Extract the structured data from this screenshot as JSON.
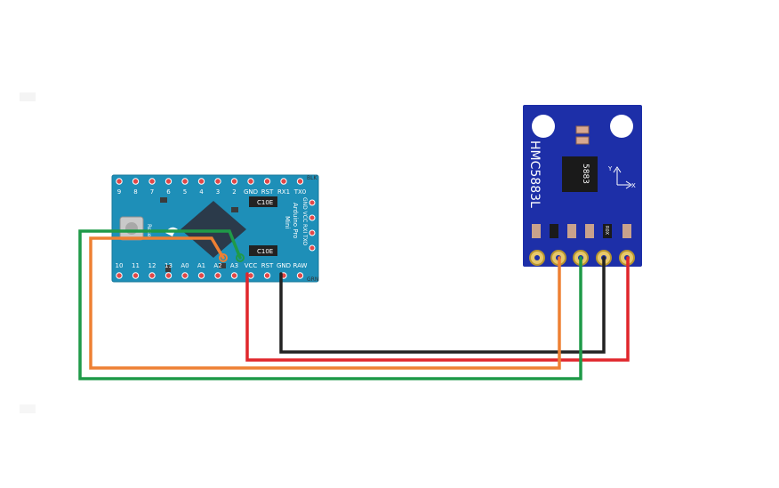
{
  "arduino": {
    "top_pins": [
      "9",
      "8",
      "7",
      "6",
      "5",
      "4",
      "3",
      "2",
      "GND",
      "RST",
      "RX1",
      "TX0"
    ],
    "bottom_pins": [
      "10",
      "11",
      "12",
      "13",
      "A0",
      "A1",
      "A2",
      "A3",
      "VCC",
      "RST",
      "GND",
      "RAW"
    ],
    "corner_top": "BLK",
    "corner_bottom": "GRN",
    "side_header_pins": "GND VCC RXI TXO",
    "title_lines": [
      "Arduino Pro",
      "Mini"
    ],
    "reset_label": "Reset",
    "cap_label_1": "C10E",
    "cap_label_2": "C10E"
  },
  "sensor": {
    "name": "HMC5883L",
    "chip_label": "5883",
    "resistor_label": "R0X",
    "axis_y": "Y",
    "axis_x": "X"
  },
  "colors": {
    "arduino_board": "#1e8fb8",
    "sensor_board": "#1d2fa8",
    "wire_gnd": "#222222",
    "wire_vcc": "#e0262b",
    "wire_orange": "#ee8033",
    "wire_green": "#1f9a48"
  },
  "icons": [
    "reset-button-icon",
    "arduino-logo-icon",
    "axis-arrows-icon"
  ]
}
